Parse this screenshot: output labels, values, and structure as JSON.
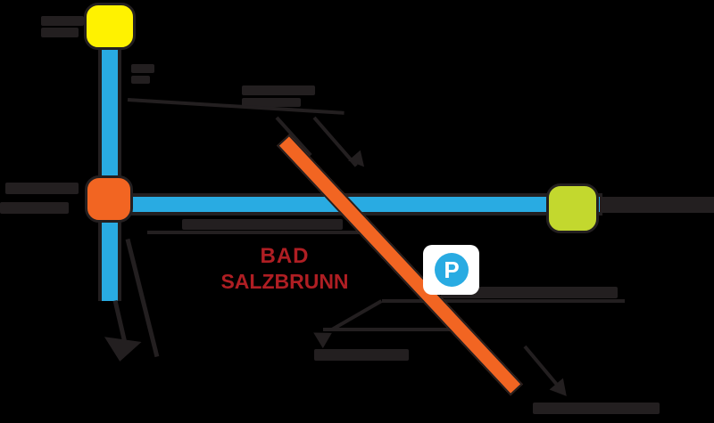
{
  "map": {
    "background": "#000000",
    "destination_label": {
      "line1": "BAD",
      "line2": "SALZBRUNN",
      "color": "#AF1E23"
    },
    "parking_badge": {
      "symbol": "P",
      "circle_color": "#29ABE2",
      "plate_color": "#FFFFFF"
    },
    "markers": {
      "yellow": "#FFF200",
      "orange": "#F26522",
      "green": "#C3D82E"
    },
    "roads": {
      "street_color": "#29ABE2",
      "highway_color": "#F26522",
      "outline_color": "#231F20"
    }
  }
}
